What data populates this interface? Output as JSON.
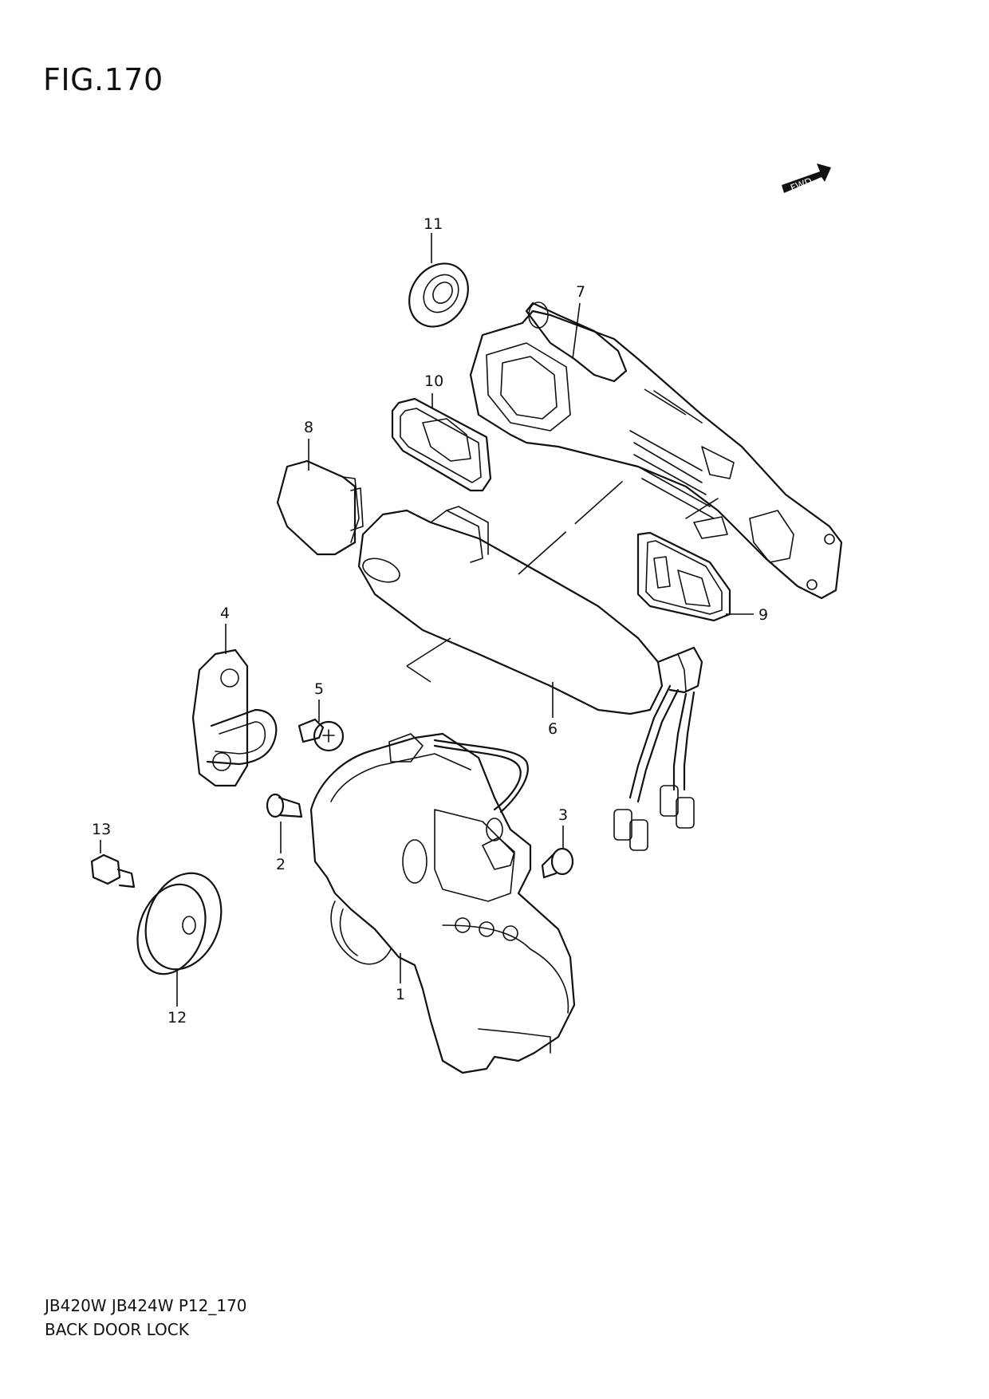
{
  "figure": {
    "title": "FIG.170",
    "model_code": "JB420W JB424W P12_170",
    "name": "BACK DOOR LOCK",
    "fwd_badge": "FWD"
  },
  "callouts": [
    "1",
    "2",
    "3",
    "4",
    "5",
    "6",
    "7",
    "8",
    "9",
    "10",
    "11",
    "12",
    "13"
  ],
  "icons": {
    "fwd": "forward-arrow-icon"
  }
}
